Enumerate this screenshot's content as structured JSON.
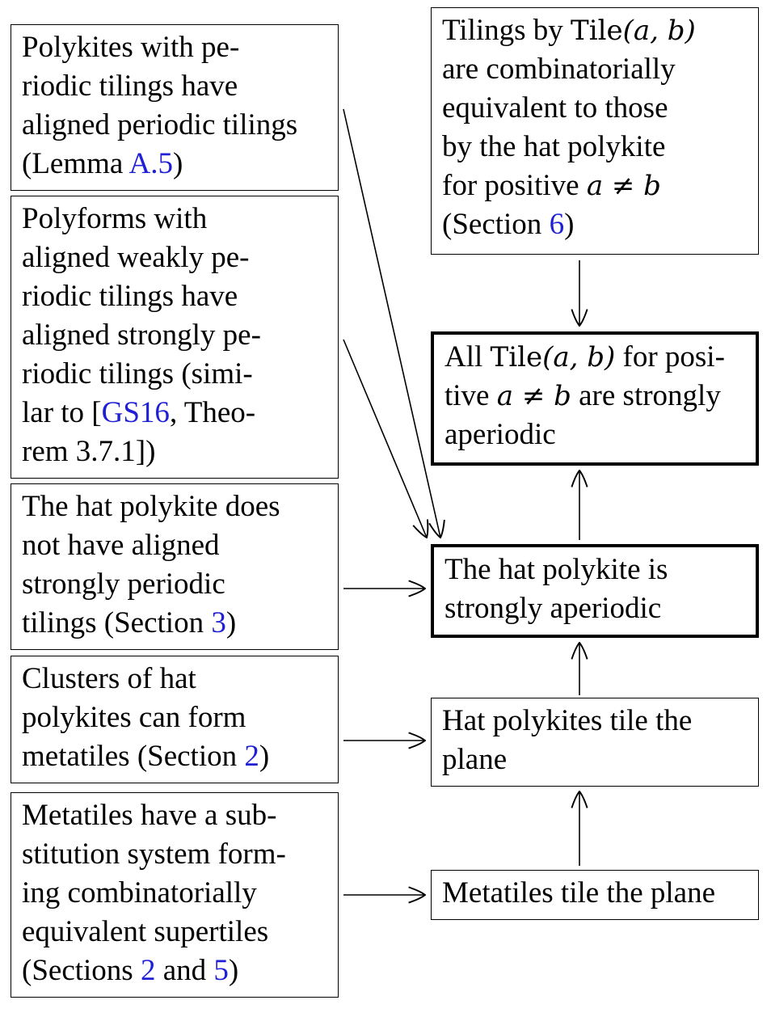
{
  "boxes": {
    "b1": {
      "line1": "Polykites with pe-",
      "line2": "riodic tilings have",
      "line3": "aligned periodic tilings",
      "l4_pre": "(Lemma ",
      "l4_ref": "A.5",
      "l4_post": ")"
    },
    "b2": {
      "line1": "Polyforms with",
      "line2": "aligned weakly pe-",
      "line3": "riodic tilings have",
      "line4": "aligned strongly pe-",
      "line5": "riodic tilings (simi-",
      "l6_pre": "lar to [",
      "l6_ref": "GS16",
      "l6_post": ", Theo-",
      "line7": "rem 3.7.1])"
    },
    "b3": {
      "line1": "The hat polykite does",
      "line2": "not have aligned",
      "line3": "strongly periodic",
      "l4_pre": "tilings (Section ",
      "l4_ref": "3",
      "l4_post": ")"
    },
    "b4": {
      "line1": "Clusters of hat",
      "line2": "polykites can form",
      "l3_pre": "metatiles (Section ",
      "l3_ref": "2",
      "l3_post": ")"
    },
    "b5": {
      "line1": "Metatiles have a sub-",
      "line2": "stitution system form-",
      "line3": "ing combinatorially",
      "line4": "equivalent supertiles",
      "l5_pre": "(Sections ",
      "l5_ref1": "2",
      "l5_mid": " and ",
      "l5_ref2": "5",
      "l5_post": ")"
    },
    "r1": {
      "l1_pre": "Tilings by ",
      "l1_fn": "Tile",
      "l1_args": "(a, b)",
      "line2": "are combinatorially",
      "line3": "equivalent to those",
      "line4": "by the hat polykite",
      "l5_pre": "for positive ",
      "l5_math": "a ≠ b",
      "l6_pre": "(Section ",
      "l6_ref": "6",
      "l6_post": ")"
    },
    "r2": {
      "l1_pre": "All ",
      "l1_fn": "Tile",
      "l1_args": "(a, b)",
      "l1_post": " for posi-",
      "l2_pre": "tive ",
      "l2_math": "a ≠ b",
      "l2_post": " are strongly",
      "line3": "aperiodic"
    },
    "r3": {
      "line1": "The hat polykite is",
      "line2": "strongly aperiodic"
    },
    "r4": {
      "line1": "Hat polykites tile the",
      "line2": "plane"
    },
    "r5": {
      "line1": "Metatiles tile the plane"
    }
  },
  "colors": {
    "reference": "#1f1fd6",
    "stroke": "#000000"
  }
}
